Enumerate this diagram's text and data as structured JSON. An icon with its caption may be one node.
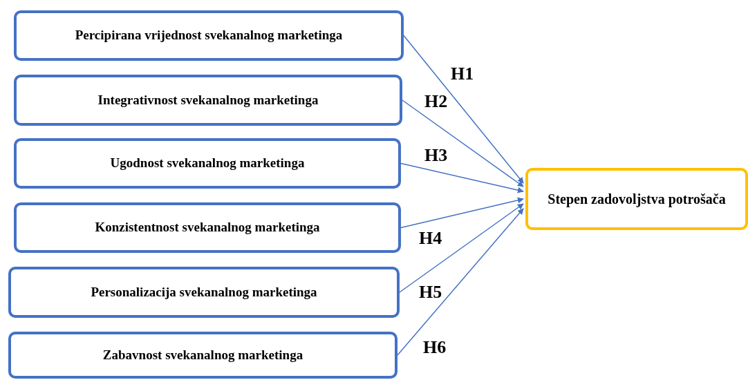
{
  "diagram": {
    "nodes": [
      {
        "text": [
          "Percipirana vrijednost svekanalnog marketinga"
        ]
      },
      {
        "text": [
          "Integrativnost svekanalnog marketinga"
        ]
      },
      {
        "text": [
          "Ugodnost svekanalnog marketinga"
        ]
      },
      {
        "text": [
          "Konzistentnost svekanalnog marketinga"
        ]
      },
      {
        "text": [
          "Personalizacija svekanalnog marketinga"
        ]
      },
      {
        "text": [
          "Zabavnost svekanalnog marketinga"
        ]
      },
      {
        "text": [
          "Stepen zadovoljstva potrošača"
        ]
      }
    ],
    "edges": [
      {
        "from": 0,
        "to": 6,
        "arrow": "to",
        "label": "H1"
      },
      {
        "from": 1,
        "to": 6,
        "arrow": "to",
        "label": "H2"
      },
      {
        "from": 2,
        "to": 6,
        "arrow": "to",
        "label": "H3"
      },
      {
        "from": 3,
        "to": 6,
        "arrow": "to",
        "label": "H4"
      },
      {
        "from": 4,
        "to": 6,
        "arrow": "to",
        "label": "H5"
      },
      {
        "from": 5,
        "to": 6,
        "arrow": "to",
        "label": "H6"
      }
    ]
  }
}
